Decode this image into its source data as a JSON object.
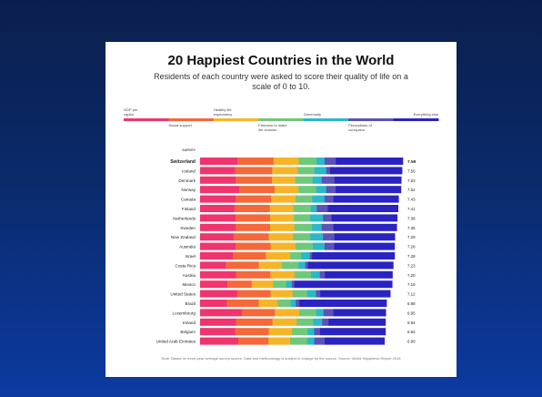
{
  "chart_data": {
    "type": "bar",
    "stacked": true,
    "orientation": "horizontal",
    "title": "20 Happiest Countries in the World",
    "subtitle": "Residents of each country were asked to score their quality of life on a scale of 0 to 10.",
    "year_label": "SURVEY",
    "legend_position": "top",
    "legend": [
      {
        "label": "GDP per capita",
        "color": "#f0346e"
      },
      {
        "label": "Social support",
        "color": "#f4683a"
      },
      {
        "label": "Healthy life expectancy",
        "color": "#f6b529"
      },
      {
        "label": "Freedom to make life choices",
        "color": "#70c87a"
      },
      {
        "label": "Generosity",
        "color": "#29b9c9"
      },
      {
        "label": "Perceptions of corruption",
        "color": "#5b53b9"
      },
      {
        "label": "Everything else",
        "color": "#2a23c2"
      }
    ],
    "categories": [
      "Switzerland",
      "Iceland",
      "Denmark",
      "Norway",
      "Canada",
      "Finland",
      "Netherlands",
      "Sweden",
      "New Zealand",
      "Australia",
      "Israel",
      "Costa Rica",
      "Austria",
      "Mexico",
      "United States",
      "Brazil",
      "Luxembourg",
      "Ireland",
      "Belgium",
      "United Arab Emirates"
    ],
    "totals": [
      "7.59",
      "7.56",
      "7.53",
      "7.52",
      "7.43",
      "7.41",
      "7.38",
      "7.36",
      "7.29",
      "7.28",
      "7.28",
      "7.23",
      "7.20",
      "7.19",
      "7.12",
      "6.98",
      "6.95",
      "6.94",
      "6.94",
      "6.90"
    ],
    "series": [
      {
        "name": "GDP per capita",
        "values": [
          1.4,
          1.3,
          1.33,
          1.46,
          1.33,
          1.29,
          1.33,
          1.33,
          1.25,
          1.33,
          1.23,
          0.96,
          1.34,
          1.02,
          1.39,
          1.0,
          1.56,
          1.34,
          1.31,
          1.43
        ]
      },
      {
        "name": "Social support",
        "values": [
          1.35,
          1.4,
          1.36,
          1.33,
          1.33,
          1.32,
          1.29,
          1.29,
          1.32,
          1.31,
          1.23,
          1.24,
          1.29,
          0.91,
          1.25,
          1.19,
          1.24,
          1.37,
          1.26,
          1.13
        ]
      },
      {
        "name": "Healthy life expectancy",
        "values": [
          0.94,
          0.95,
          0.87,
          0.89,
          0.91,
          0.89,
          0.89,
          0.91,
          0.91,
          0.93,
          0.91,
          0.86,
          0.9,
          0.81,
          0.82,
          0.71,
          0.91,
          0.9,
          0.88,
          0.81
        ]
      },
      {
        "name": "Freedom to make life choices",
        "values": [
          0.67,
          0.63,
          0.65,
          0.67,
          0.63,
          0.64,
          0.61,
          0.66,
          0.64,
          0.65,
          0.41,
          0.63,
          0.62,
          0.48,
          0.55,
          0.49,
          0.63,
          0.62,
          0.58,
          0.64
        ]
      },
      {
        "name": "Generosity",
        "values": [
          0.3,
          0.44,
          0.34,
          0.37,
          0.46,
          0.23,
          0.48,
          0.36,
          0.48,
          0.44,
          0.33,
          0.25,
          0.33,
          0.21,
          0.33,
          0.19,
          0.28,
          0.34,
          0.24,
          0.26
        ]
      },
      {
        "name": "Perceptions of corruption",
        "values": [
          0.42,
          0.14,
          0.48,
          0.36,
          0.33,
          0.41,
          0.32,
          0.44,
          0.43,
          0.36,
          0.08,
          0.1,
          0.19,
          0.1,
          0.16,
          0.14,
          0.37,
          0.24,
          0.22,
          0.39
        ]
      },
      {
        "name": "Everything else",
        "values": [
          2.51,
          2.7,
          2.5,
          2.44,
          2.44,
          2.63,
          2.46,
          2.37,
          2.26,
          2.26,
          3.09,
          3.19,
          2.53,
          3.66,
          2.62,
          3.26,
          1.96,
          2.13,
          2.45,
          2.24
        ]
      }
    ],
    "xlim": [
      0,
      7.59
    ],
    "grid": false,
    "footnote": "Note: Based on three-year average survey scores. Data and methodology is subject to change by the source. Source: World Happiness Report 2015"
  }
}
